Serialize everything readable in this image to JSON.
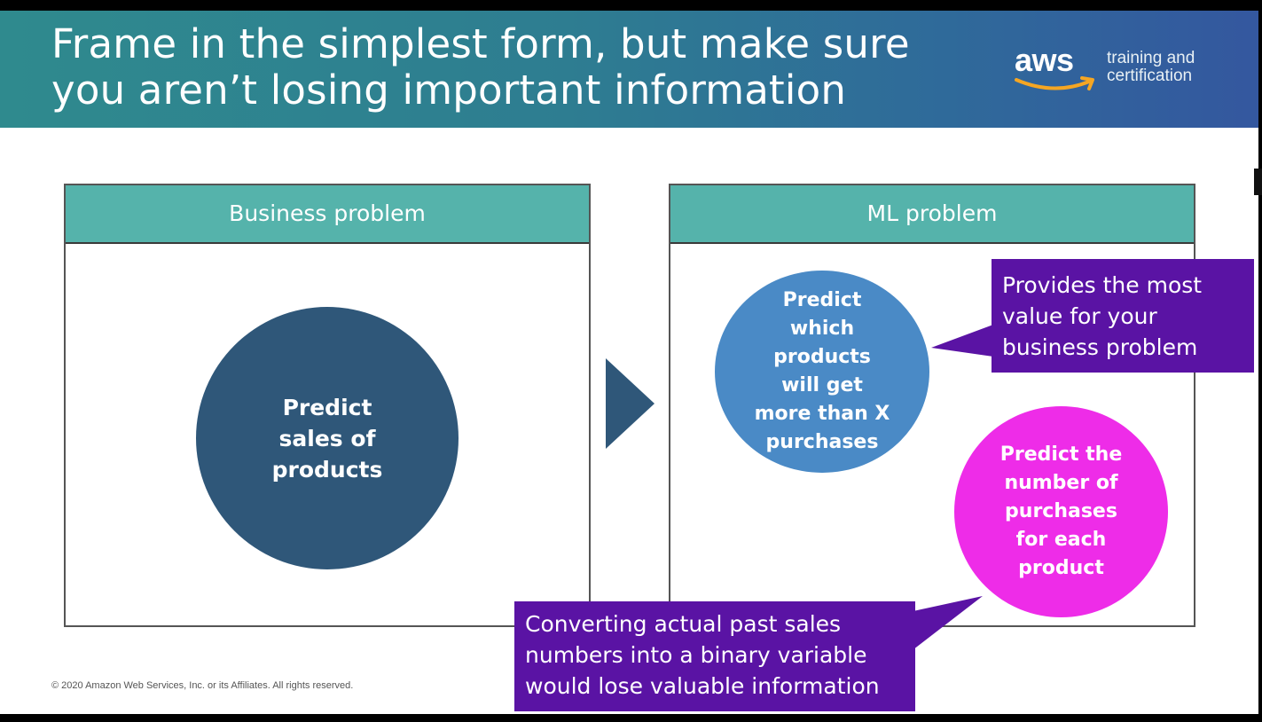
{
  "slide": {
    "title": "Frame in the simplest form, but make sure you aren’t losing important information",
    "copyright": "© 2020 Amazon Web Services, Inc. or its Affiliates. All rights reserved."
  },
  "logo": {
    "wordmark": "aws",
    "tagline": "training and certification"
  },
  "business_panel": {
    "heading": "Business problem",
    "circle_text": "Predict sales of products"
  },
  "ml_panel": {
    "heading": "ML problem",
    "binary_circle_text": "Predict which products will get more than X purchases",
    "count_circle_text": "Predict the number of purchases for each product"
  },
  "callouts": {
    "value_note": "Provides the most value for your business problem",
    "information_note": "Converting actual past sales numbers into a binary variable would lose valuable information"
  },
  "colors": {
    "header_teal": "#2f8a8e",
    "panel_header": "#55b3ab",
    "business_circle": "#2f5779",
    "binary_circle": "#4a8ac6",
    "count_circle": "#ee2ce8",
    "callout_purple": "#5a13a4",
    "aws_smile": "#f5a623"
  },
  "icons": {
    "arrow": "triangle-right-icon",
    "logo_smile": "aws-smile-icon"
  }
}
